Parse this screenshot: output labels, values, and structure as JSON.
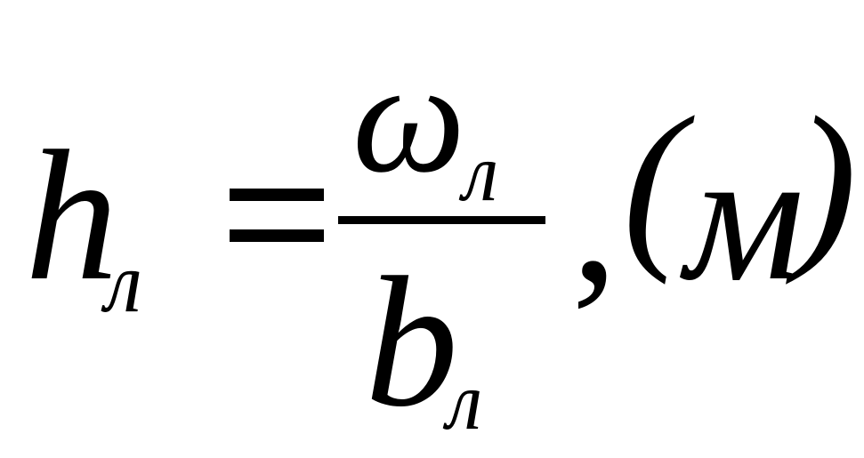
{
  "formula": {
    "lhs": {
      "symbol": "h",
      "subscript": "л"
    },
    "operator": "=",
    "numerator": {
      "symbol": "ω",
      "subscript": "л"
    },
    "denominator": {
      "symbol": "b",
      "subscript": "л"
    },
    "separator": ",",
    "unit": {
      "open": "(",
      "value": "м",
      "close": ")"
    }
  }
}
